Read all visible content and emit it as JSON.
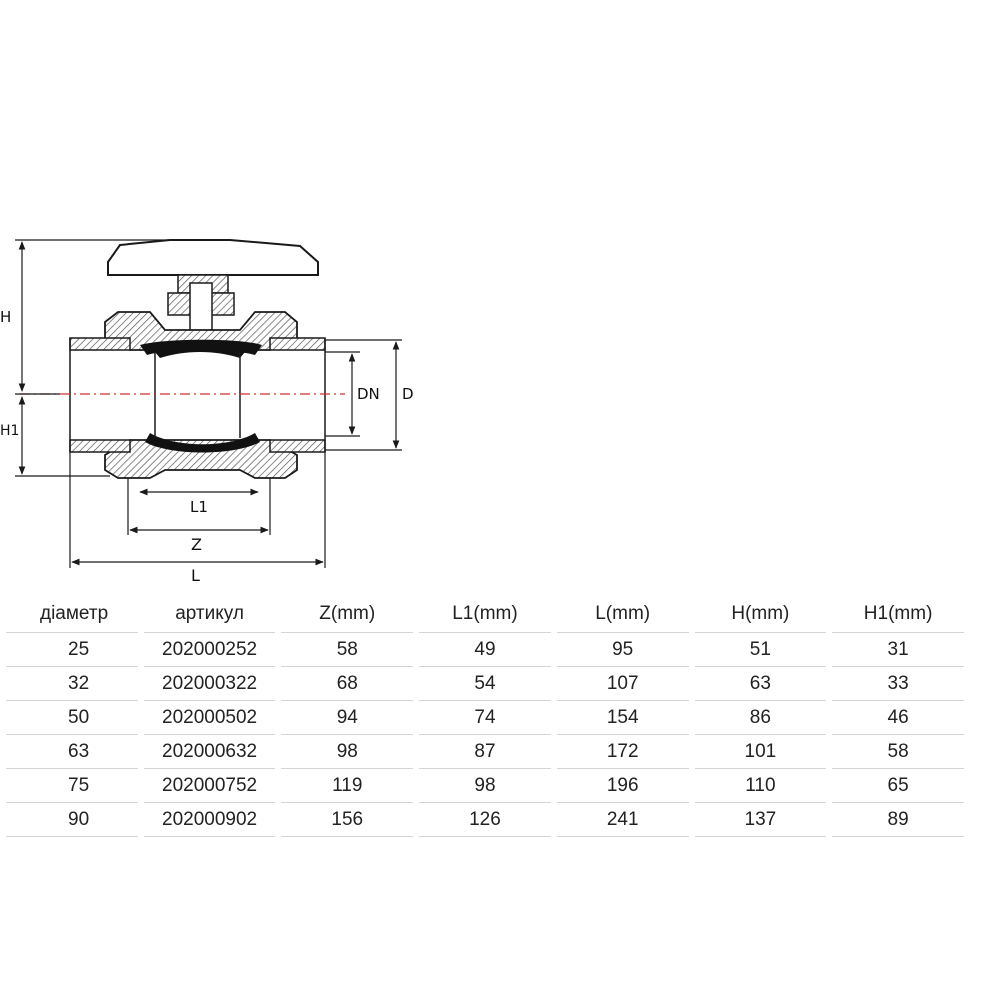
{
  "drawing": {
    "labels": {
      "h": "H",
      "h1": "H1",
      "dn": "DN",
      "d": "D",
      "l1": "L1",
      "z": "Z",
      "l": "L"
    }
  },
  "table": {
    "headers": [
      "діаметр",
      "артикул",
      "Z(mm)",
      "L1(mm)",
      "L(mm)",
      "H(mm)",
      "H1(mm)"
    ],
    "rows": [
      [
        "25",
        "202000252",
        "58",
        "49",
        "95",
        "51",
        "31"
      ],
      [
        "32",
        "202000322",
        "68",
        "54",
        "107",
        "63",
        "33"
      ],
      [
        "50",
        "202000502",
        "94",
        "74",
        "154",
        "86",
        "46"
      ],
      [
        "63",
        "202000632",
        "98",
        "87",
        "172",
        "101",
        "58"
      ],
      [
        "75",
        "202000752",
        "119",
        "98",
        "196",
        "110",
        "65"
      ],
      [
        "90",
        "202000902",
        "156",
        "126",
        "241",
        "137",
        "89"
      ]
    ]
  },
  "colors": {
    "line": "#1a1a1a",
    "hatch": "#555555",
    "centerline": "#d0302a",
    "gasket": "#111111"
  }
}
